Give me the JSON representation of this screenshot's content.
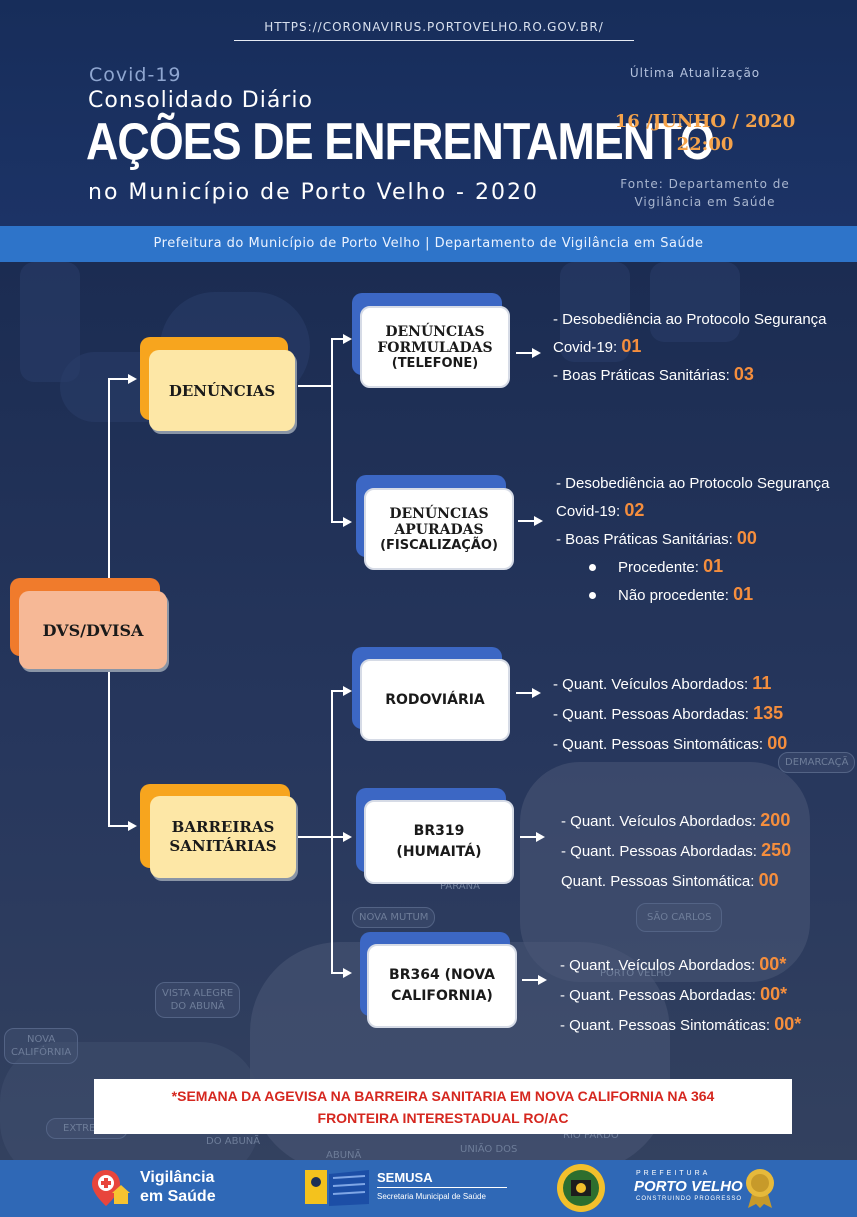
{
  "header": {
    "url": "HTTPS://CORONAVIRUS.PORTOVELHO.RO.GOV.BR/",
    "covid": "Covid-19",
    "consolidado": "Consolidado Diário",
    "title": "AÇÕES DE ENFRENTAMENTO",
    "subtitle": "no Município de Porto Velho - 2020",
    "ultima": "Última Atualização",
    "date": "16 /JUNHO / 2020",
    "time": "22:00",
    "fonte1": "Fonte: Departamento de",
    "fonte2": "Vigilância em Saúde"
  },
  "band": "Prefeitura do Município de Porto Velho | Departamento de Vigilância em Saúde",
  "map_labels": [
    "DEMARCAÇÃ",
    "PARANÁ",
    "NOVA MUTUM",
    "SÃO CARLOS",
    "PORTO VELHO",
    "VISTA ALEGRE",
    "DO ABUNÃ",
    "NOVA",
    "CALIFÓRNIA",
    "EXTREMA",
    "DO ABUNÃ",
    "ABUNÃ",
    "UNIÃO DOS",
    "RIO PARDO"
  ],
  "boxes": {
    "root": "DVS/DVISA",
    "denuncias": "DENÚNCIAS",
    "barreiras1": "BARREIRAS",
    "barreiras2": "SANITÁRIAS",
    "formuladas1": "DENÚNCIAS",
    "formuladas2": "FORMULADAS",
    "formuladas3": "(TELEFONE)",
    "apuradas1": "DENÚNCIAS",
    "apuradas2": "APURADAS",
    "apuradas3": "(FISCALIZAÇÃO)",
    "rodoviaria": "RODOVIÁRIA",
    "br319a": "BR319",
    "br319b": "(HUMAITÁ)",
    "br364a": "BR364 (NOVA",
    "br364b": "CALIFORNIA)"
  },
  "formuladas_info": {
    "l1": "- Desobediência ao Protocolo Segurança",
    "l2": "Covid-19: ",
    "v2": "01",
    "l3": "- Boas Práticas Sanitárias: ",
    "v3": "03"
  },
  "apuradas_info": {
    "l1": "- Desobediência ao Protocolo Segurança",
    "l2": "Covid-19: ",
    "v2": "02",
    "l3": "- Boas Práticas Sanitárias: ",
    "v3": "00",
    "l4": "Procedente: ",
    "v4": "01",
    "l5": "Não procedente: ",
    "v5": "01"
  },
  "rodoviaria_info": {
    "l1": "- Quant. Veículos Abordados: ",
    "v1": "11",
    "l2": "- Quant. Pessoas Abordadas: ",
    "v2": "135",
    "l3": "- Quant. Pessoas Sintomáticas: ",
    "v3": "00"
  },
  "br319_info": {
    "l1": "- Quant. Veículos Abordados: ",
    "v1": "200",
    "l2": "- Quant. Pessoas Abordadas: ",
    "v2": "250",
    "l3": "Quant. Pessoas Sintomática: ",
    "v3": "00"
  },
  "br364_info": {
    "l1": "- Quant. Veículos Abordados:  ",
    "v1": "00*",
    "l2": "- Quant. Pessoas Abordadas:  ",
    "v2": "00*",
    "l3": "- Quant. Pessoas Sintomáticas: ",
    "v3": "00*"
  },
  "note": {
    "line1": "*SEMANA DA AGEVISA NA BARREIRA SANITARIA EM NOVA CALIFORNIA NA 364",
    "line2": "FRONTEIRA INTERESTADUAL  RO/AC"
  },
  "footer": {
    "vig1": "Vigilância",
    "vig2": "em Saúde",
    "semusa": "SEMUSA",
    "semusa_sub": "Secretaria Municipal de Saúde",
    "pref1": "PREFEITURA",
    "pref2": "PORTO VELHO",
    "pref3": "CONSTRUINDO PROGRESSO"
  }
}
